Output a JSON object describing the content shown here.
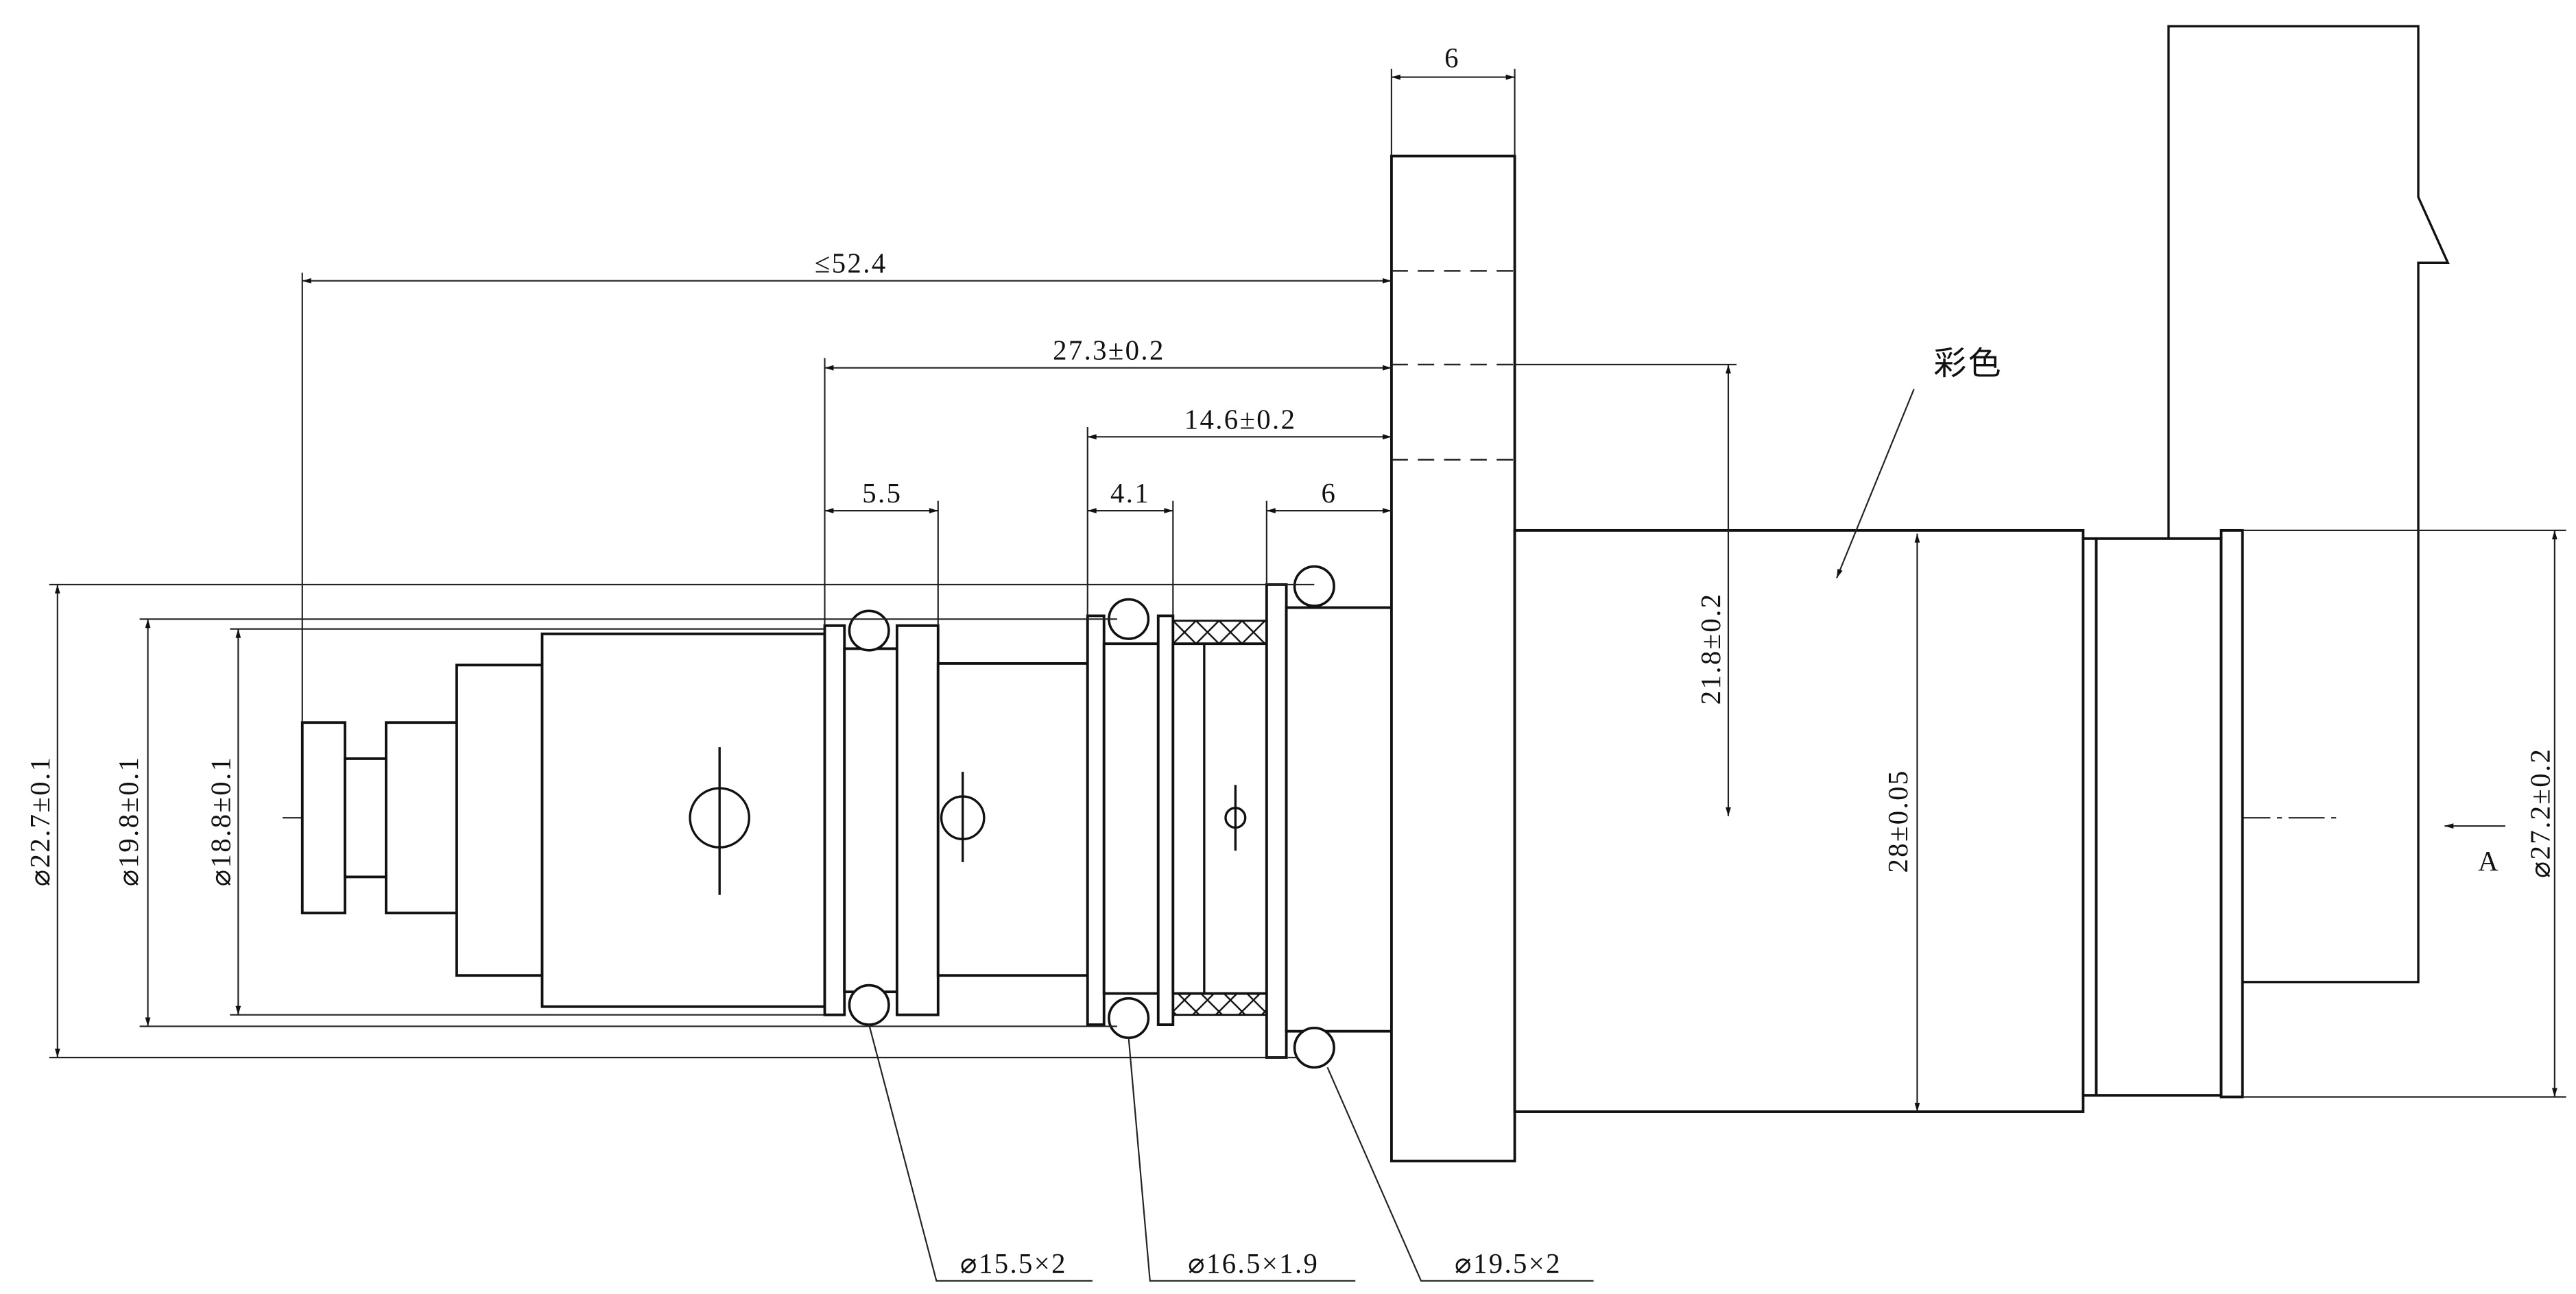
{
  "drawing": {
    "dimensions": {
      "flange_width": "6",
      "overall_length": "≤52.4",
      "length_27": "27.3±0.2",
      "length_14": "14.6±0.2",
      "groove_1": "5.5",
      "groove_2": "4.1",
      "groove_3": "6",
      "offset_vertical": "21.8±0.2",
      "body_diameter": "28±0.05",
      "right_diameter": "⌀27.2±0.2",
      "left_diameter_1": "⌀22.7±0.1",
      "left_diameter_2": "⌀19.8±0.1",
      "left_diameter_3": "⌀18.8±0.1"
    },
    "notes": {
      "color_note": "彩色",
      "view_label": "A"
    },
    "orings": [
      "⌀15.5×2",
      "⌀16.5×1.9",
      "⌀19.5×2"
    ]
  }
}
